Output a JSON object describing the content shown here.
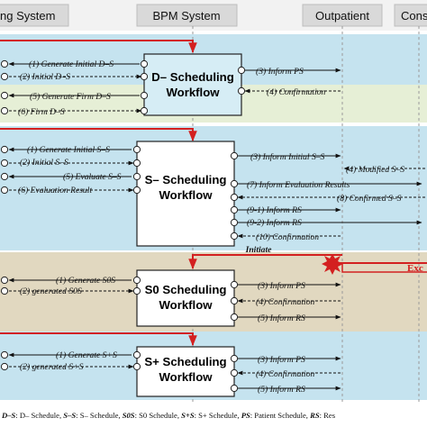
{
  "header": {
    "left": "ng System",
    "bpm": "BPM System",
    "outpatient": "Outpatient",
    "right": "Cons"
  },
  "workflows": {
    "d": [
      "D– Scheduling",
      "Workflow"
    ],
    "s": [
      "S– Scheduling",
      "Workflow"
    ],
    "s0": [
      "S0 Scheduling",
      "Workflow"
    ],
    "splus": [
      "S+ Scheduling",
      "Workflow"
    ]
  },
  "messages": {
    "d_generate_initial": "(1) Generate Initial D–S",
    "d_initial": "(2) Initial D–S",
    "d_generate_firm": "(5) Generate Firm D–S",
    "d_firm": "(6) Firm D–S",
    "d_inform_ps": "(3) Inform PS",
    "d_confirmation": "(4) Confirmation",
    "s_generate_initial": "(1) Generate Initial S–S",
    "s_initial": "(2) Initial S–S",
    "s_evaluate": "(5) Evaluate S–S",
    "s_eval_result": "(6) Evaluation Result",
    "s_inform_initial": "(3) Inform Initial S–S",
    "s_modified": "(4) Modified S–S",
    "s_inform_eval": "(7) Inform Evaluation Results",
    "s_confirmed": "(8) Confirmed S–S",
    "s_inform_rs_1": "(9-1) Inform RS",
    "s_inform_rs_2": "(9-2) Inform RS",
    "s_confirmation": "(10) Confirmation",
    "s0_generate": "(1) Generate S0S",
    "s0_generated": "(2) generated S0S",
    "s0_inform_ps": "(3) Inform PS",
    "s0_confirmation": "(4) Confirmation",
    "s0_inform_rs": "(5) Inform RS",
    "sp_generate": "(1) Generate S+S",
    "sp_generated": "(2) generated S+S",
    "sp_inform_ps": "(3) Inform PS",
    "sp_confirmation": "(4) Confirmation",
    "sp_inform_rs": "(5) Inform RS",
    "initiate": "Initiate",
    "exception": "Exc"
  },
  "legend": {
    "items": [
      {
        "abbr": "D–S",
        "text": ": D– Schedule, "
      },
      {
        "abbr": "S–S",
        "text": ": S– Schedule, "
      },
      {
        "abbr": "S0S",
        "text": ": S0 Schedule, "
      },
      {
        "abbr": "S+S",
        "text": ": S+ Schedule, "
      },
      {
        "abbr": "PS",
        "text": ": Patient Schedule, "
      },
      {
        "abbr": "RS",
        "text": ": Res"
      }
    ]
  },
  "colors": {
    "band_blue": "#c5e3ef",
    "band_green": "#e6efd6",
    "band_tan": "#e1d8c0",
    "box_light": "#d6edf5",
    "box_white": "#ffffff",
    "flow_red": "#d32020",
    "header_gray": "#d9d9d9",
    "lifeline": "#9a9a9a"
  }
}
